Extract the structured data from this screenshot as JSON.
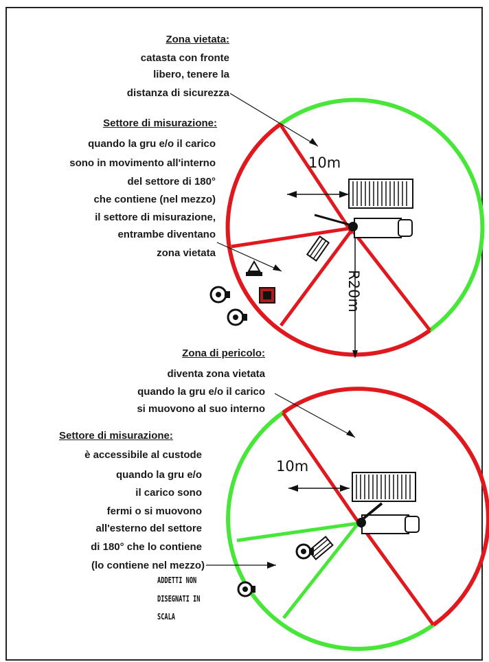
{
  "top": {
    "zona_vietata": {
      "heading": "Zona vietata:",
      "lines": [
        "catasta con fronte",
        "libero, tenere la",
        "distanza di sicurezza"
      ]
    },
    "settore": {
      "heading": "Settore di misurazione:",
      "lines": [
        "quando la gru e/o il carico",
        "sono in movimento all'interno",
        "del settore di 180°",
        "che contiene (nel mezzo)",
        "il settore di misurazione,",
        "entrambe diventano",
        "zona vietata"
      ]
    },
    "dim_distance": "10m",
    "dim_radius": "R20m"
  },
  "bottom": {
    "zona_pericolo": {
      "heading": "Zona di pericolo:",
      "lines": [
        "diventa zona vietata",
        "quando la  gru e/o il carico",
        "si muovono al suo interno"
      ]
    },
    "settore": {
      "heading": "Settore di misurazione:",
      "lines": [
        "è accessibile al custode",
        "quando la gru e/o",
        "il carico sono",
        "fermi o si muovono",
        "all'esterno del settore",
        "di 180° che lo contiene",
        "(lo contiene nel mezzo)"
      ]
    },
    "dim_distance": "10m",
    "note": [
      "ADDETTI NON",
      "DISEGNATI IN",
      "SCALA"
    ]
  },
  "colors": {
    "red": "#e0191f",
    "green": "#47e639",
    "ink": "#1a1a1a"
  }
}
